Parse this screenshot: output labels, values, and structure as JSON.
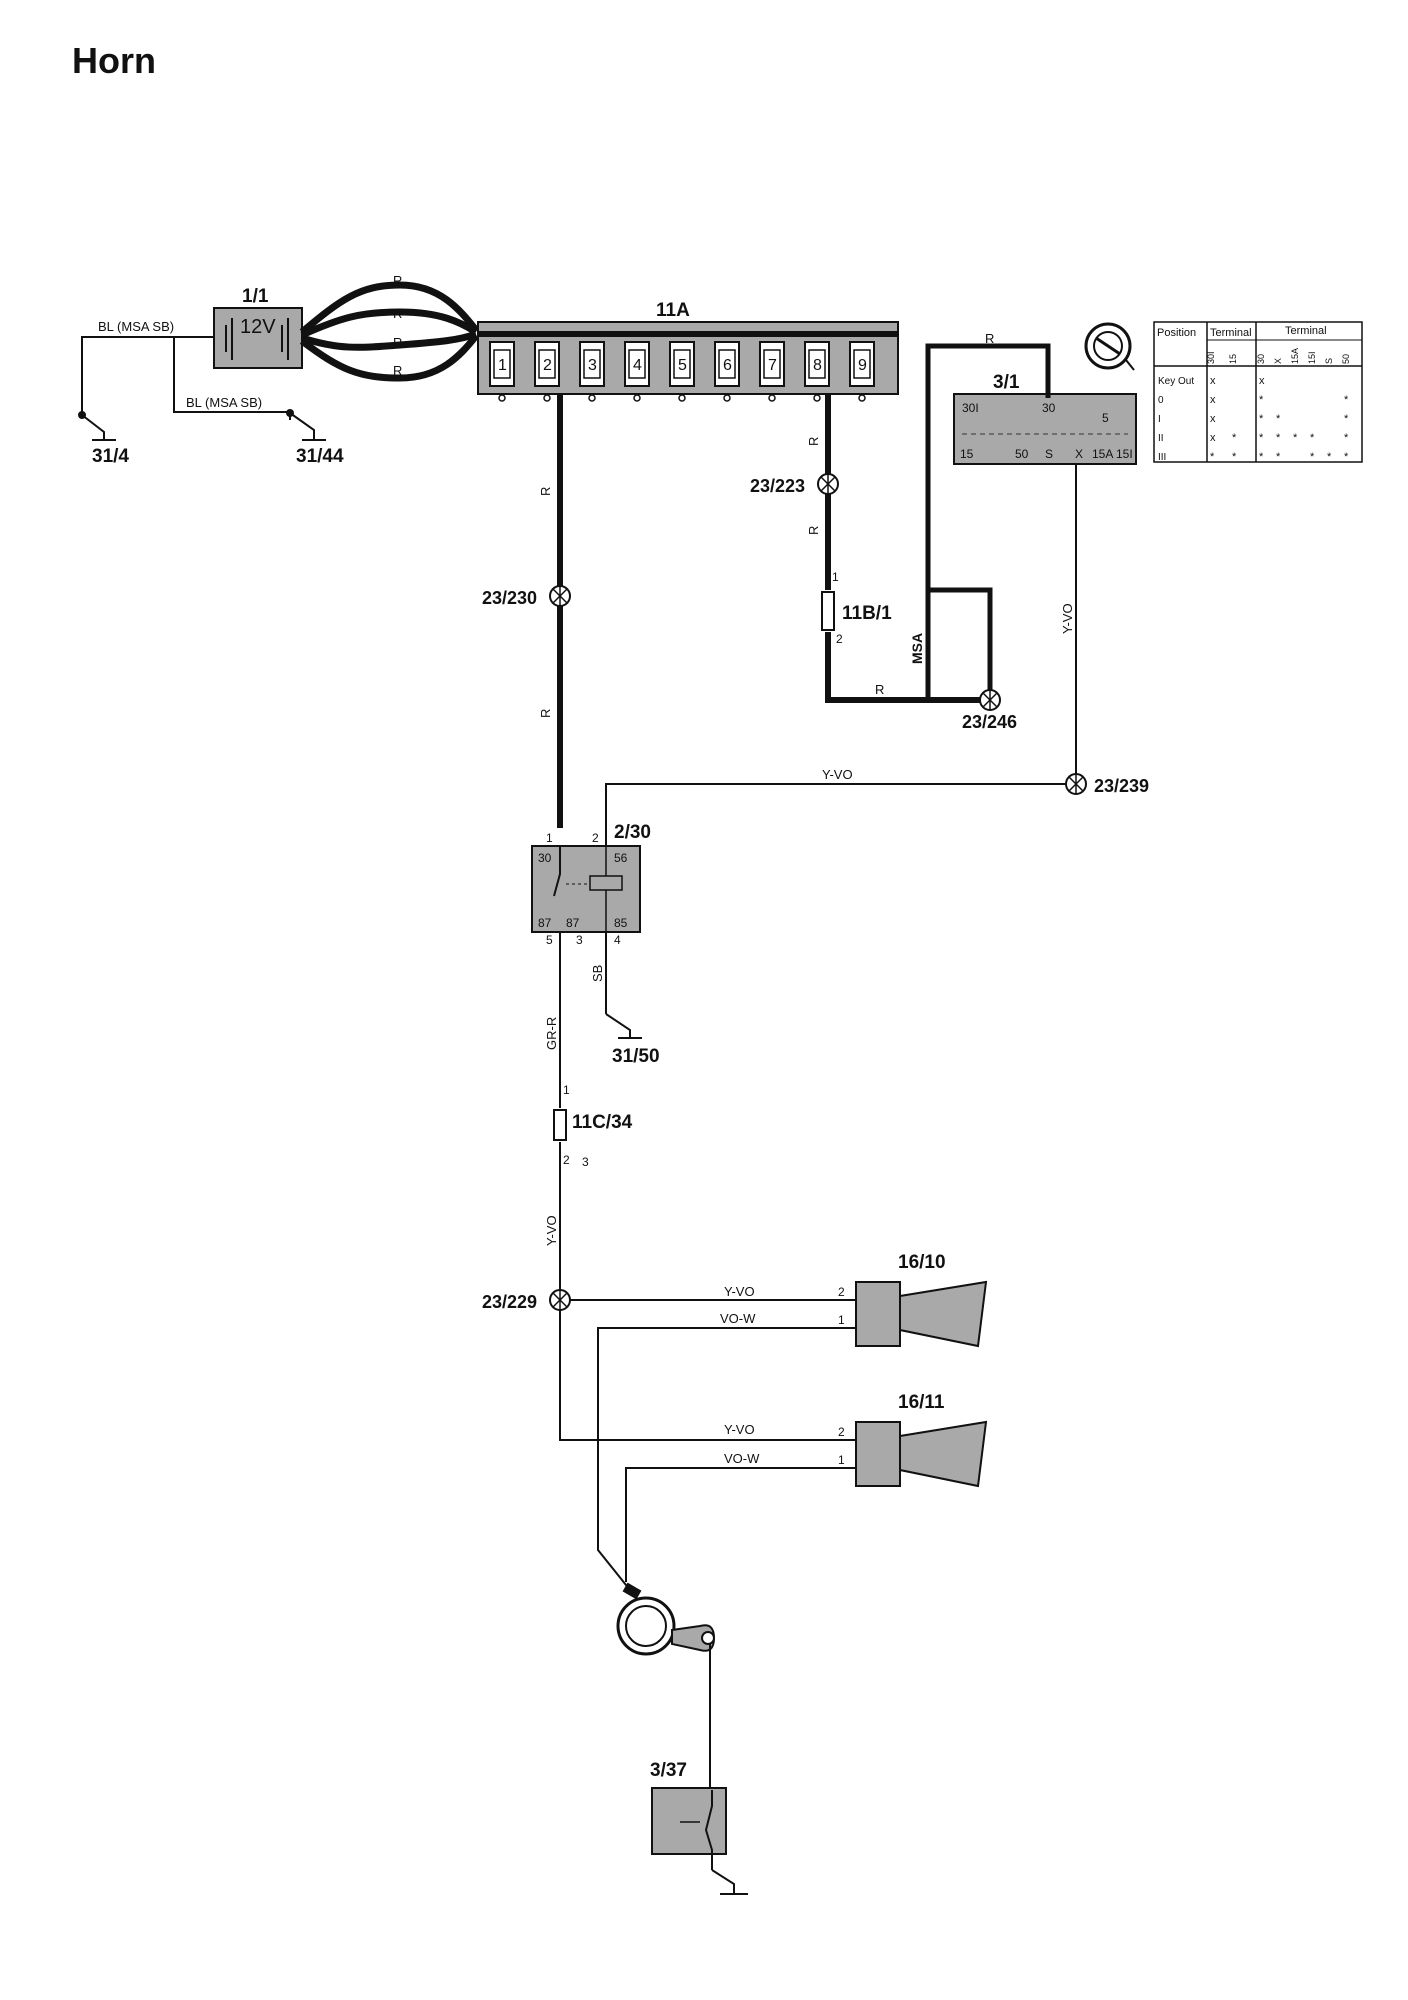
{
  "title": "Horn",
  "components": {
    "battery": {
      "id": "1/1",
      "voltage": "12V"
    },
    "fusebox_main": {
      "id": "11A",
      "fuses": [
        "1",
        "2",
        "3",
        "4",
        "5",
        "6",
        "7",
        "8",
        "9"
      ]
    },
    "ignition": {
      "id": "3/1",
      "pins_top": [
        "30I",
        "30",
        "5"
      ],
      "pins_bottom": [
        "15",
        "50",
        "S",
        "X",
        "15A",
        "15I"
      ]
    },
    "fuse_11b": {
      "id": "11B/1",
      "pin1": "1",
      "pin2": "2"
    },
    "relay": {
      "id": "2/30",
      "pin_top_left": "1",
      "pin_top_right": "2",
      "inner_30": "30",
      "inner_56": "56",
      "inner_87a": "87",
      "inner_87b": "87",
      "inner_85": "85",
      "pin_5": "5",
      "pin_3": "3",
      "pin_4": "4"
    },
    "fuse_11c": {
      "id": "11C/34",
      "pin1": "1",
      "pin2": "2",
      "pin3": "3"
    },
    "horn1": {
      "id": "16/10",
      "pin2": "2",
      "pin1": "1"
    },
    "horn2": {
      "id": "16/11",
      "pin2": "2",
      "pin1": "1"
    },
    "horn_switch": {
      "id": "3/37"
    }
  },
  "grounds": [
    "31/4",
    "31/44",
    "31/50"
  ],
  "splices": [
    "23/223",
    "23/230",
    "23/246",
    "23/239",
    "23/229"
  ],
  "wire_labels": {
    "bl1": "BL (MSA SB)",
    "bl2": "BL (MSA SB)",
    "r": "R",
    "msa": "MSA",
    "yvo": "Y-VO",
    "sb": "SB",
    "grr": "GR-R",
    "vow": "VO-W"
  },
  "ignition_table": {
    "header_position": "Position",
    "header_terminal_left": "Terminal",
    "header_terminal_right": "Terminal",
    "cols_left": [
      "30I",
      "15"
    ],
    "cols_right": [
      "30",
      "X",
      "15A",
      "15I",
      "S",
      "50"
    ],
    "rows": [
      {
        "position": "Key Out",
        "left": [
          "x",
          ""
        ],
        "right": [
          "x",
          "",
          "",
          "",
          "",
          ""
        ]
      },
      {
        "position": "0",
        "left": [
          "x",
          ""
        ],
        "right": [
          "*",
          "",
          "",
          "",
          "",
          "*"
        ]
      },
      {
        "position": "I",
        "left": [
          "x",
          ""
        ],
        "right": [
          "*",
          "*",
          "",
          "",
          "",
          "*"
        ]
      },
      {
        "position": "II",
        "left": [
          "x",
          "*"
        ],
        "right": [
          "*",
          "*",
          "*",
          "*",
          "",
          "*"
        ]
      },
      {
        "position": "III",
        "left": [
          "*",
          "*"
        ],
        "right": [
          "*",
          "*",
          "",
          "*",
          "*",
          "*"
        ]
      }
    ]
  }
}
